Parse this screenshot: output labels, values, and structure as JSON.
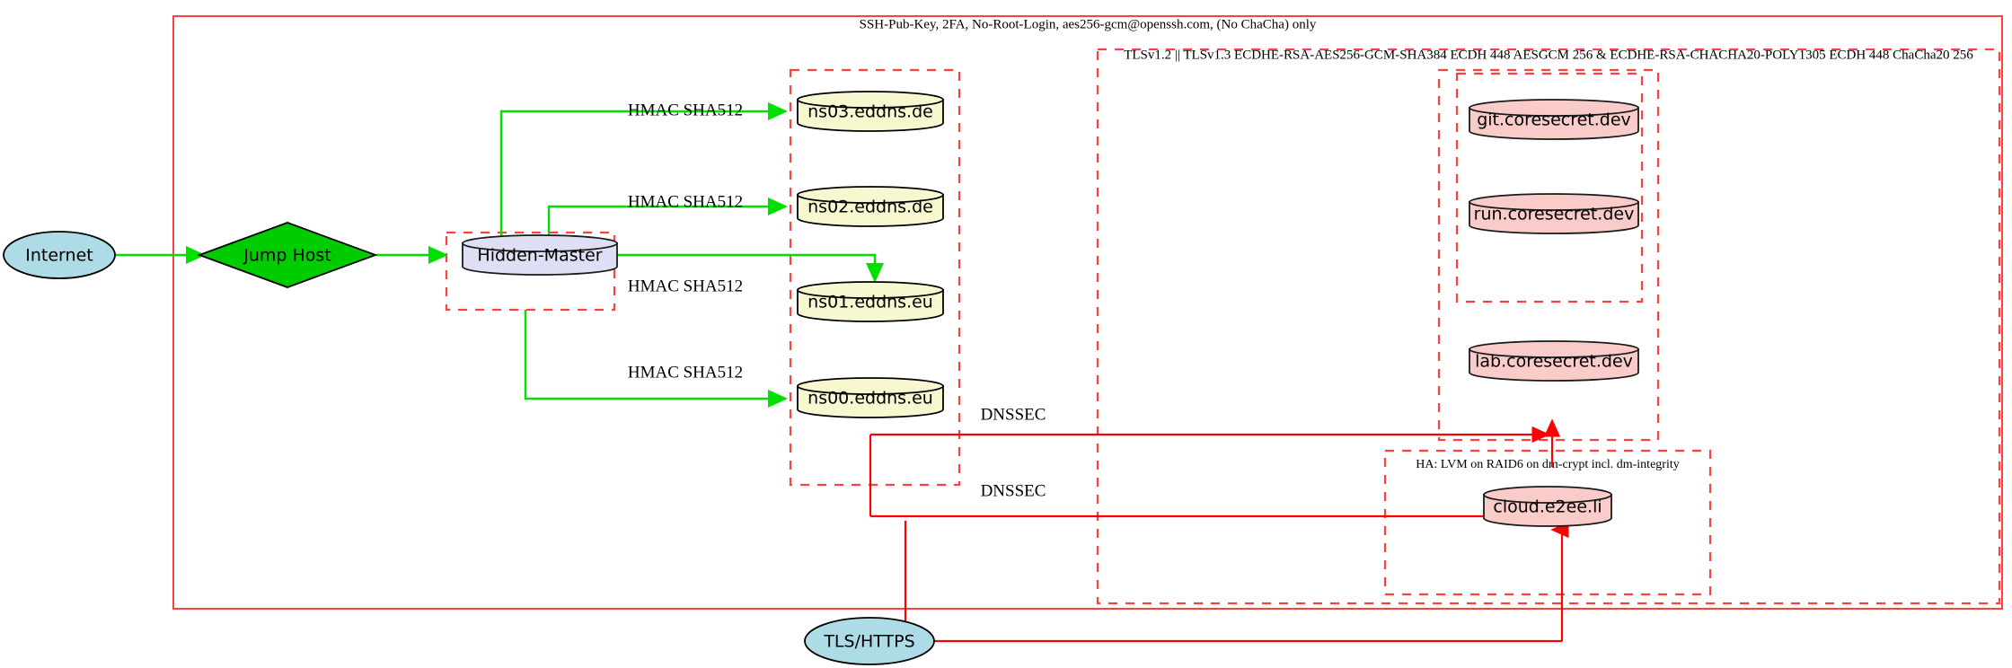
{
  "diagram": {
    "title_top": "SSH-Pub-Key, 2FA, No-Root-Login, aes256-gcm@openssh.com, (No ChaCha) only",
    "clusters": [
      {
        "id": "ssh-outer",
        "label": "SSH-Pub-Key, 2FA, No-Root-Login, aes256-gcm@openssh.com, (No ChaCha) only",
        "style": "solid",
        "color": "#ff4040"
      },
      {
        "id": "tls-cluster",
        "label": "TLSv1.2 || TLSv1.3 ECDHE-RSA-AES256-GCM-SHA384 ECDH 448 AESGCM 256 & ECDHE-RSA-CHACHA20-POLY1305 ECDH 448 ChaCha20 256",
        "style": "dashed",
        "color": "#ff4040"
      },
      {
        "id": "ha-cluster",
        "label": "HA: LVM on RAID6 on dm-crypt incl. dm-integrity",
        "style": "dashed",
        "color": "#ff4040"
      },
      {
        "id": "hidden-master-cluster",
        "label": "",
        "style": "dashed",
        "color": "#ff4040"
      },
      {
        "id": "ns-cluster",
        "label": "",
        "style": "dashed",
        "color": "#ff4040"
      },
      {
        "id": "coresecret-cluster",
        "label": "",
        "style": "dashed",
        "color": "#ff4040"
      },
      {
        "id": "coresecret-inner-cluster",
        "label": "",
        "style": "dashed",
        "color": "#ff4040"
      }
    ],
    "nodes": [
      {
        "id": "internet",
        "label": "Internet",
        "shape": "ellipse",
        "fill": "#addbe6"
      },
      {
        "id": "jump-host",
        "label": "Jump Host",
        "shape": "diamond",
        "fill": "#00cc00"
      },
      {
        "id": "hidden-master",
        "label": "Hidden-Master",
        "shape": "cylinder",
        "fill": "#dedef5"
      },
      {
        "id": "ns03",
        "label": "ns03.eddns.de",
        "shape": "cylinder",
        "fill": "#f7f7d0"
      },
      {
        "id": "ns02",
        "label": "ns02.eddns.de",
        "shape": "cylinder",
        "fill": "#f7f7d0"
      },
      {
        "id": "ns01",
        "label": "ns01.eddns.eu",
        "shape": "cylinder",
        "fill": "#f7f7d0"
      },
      {
        "id": "ns00",
        "label": "ns00.eddns.eu",
        "shape": "cylinder",
        "fill": "#f7f7d0"
      },
      {
        "id": "git",
        "label": "git.coresecret.dev",
        "shape": "cylinder",
        "fill": "#f9ccc9"
      },
      {
        "id": "run",
        "label": "run.coresecret.dev",
        "shape": "cylinder",
        "fill": "#f9ccc9"
      },
      {
        "id": "lab",
        "label": "lab.coresecret.dev",
        "shape": "cylinder",
        "fill": "#f9ccc9"
      },
      {
        "id": "cloud",
        "label": "cloud.e2ee.li",
        "shape": "cylinder",
        "fill": "#f9ccc9"
      },
      {
        "id": "tls-https",
        "label": "TLS/HTTPS",
        "shape": "ellipse",
        "fill": "#addbe6"
      }
    ],
    "edge_labels": {
      "hmac": "HMAC SHA512",
      "dnssec": "DNSSEC"
    },
    "edges": [
      {
        "from": "internet",
        "to": "jump-host",
        "label": "",
        "color": "#00e000"
      },
      {
        "from": "jump-host",
        "to": "hidden-master",
        "label": "",
        "color": "#00e000"
      },
      {
        "from": "hidden-master",
        "to": "ns03",
        "label": "HMAC SHA512",
        "color": "#00e000"
      },
      {
        "from": "hidden-master",
        "to": "ns02",
        "label": "HMAC SHA512",
        "color": "#00e000"
      },
      {
        "from": "hidden-master",
        "to": "ns01",
        "label": "HMAC SHA512",
        "color": "#00e000"
      },
      {
        "from": "hidden-master",
        "to": "ns00",
        "label": "HMAC SHA512",
        "color": "#00e000"
      },
      {
        "from": "ns00",
        "to": "coresecret",
        "label": "DNSSEC",
        "color": "#ff0000"
      },
      {
        "from": "ns00",
        "to": "ha-cluster",
        "label": "DNSSEC",
        "color": "#ff0000"
      },
      {
        "from": "tls-https",
        "to": "coresecret",
        "label": "",
        "color": "#ff0000"
      },
      {
        "from": "tls-https",
        "to": "ha-cluster",
        "label": "",
        "color": "#ff0000"
      }
    ]
  }
}
